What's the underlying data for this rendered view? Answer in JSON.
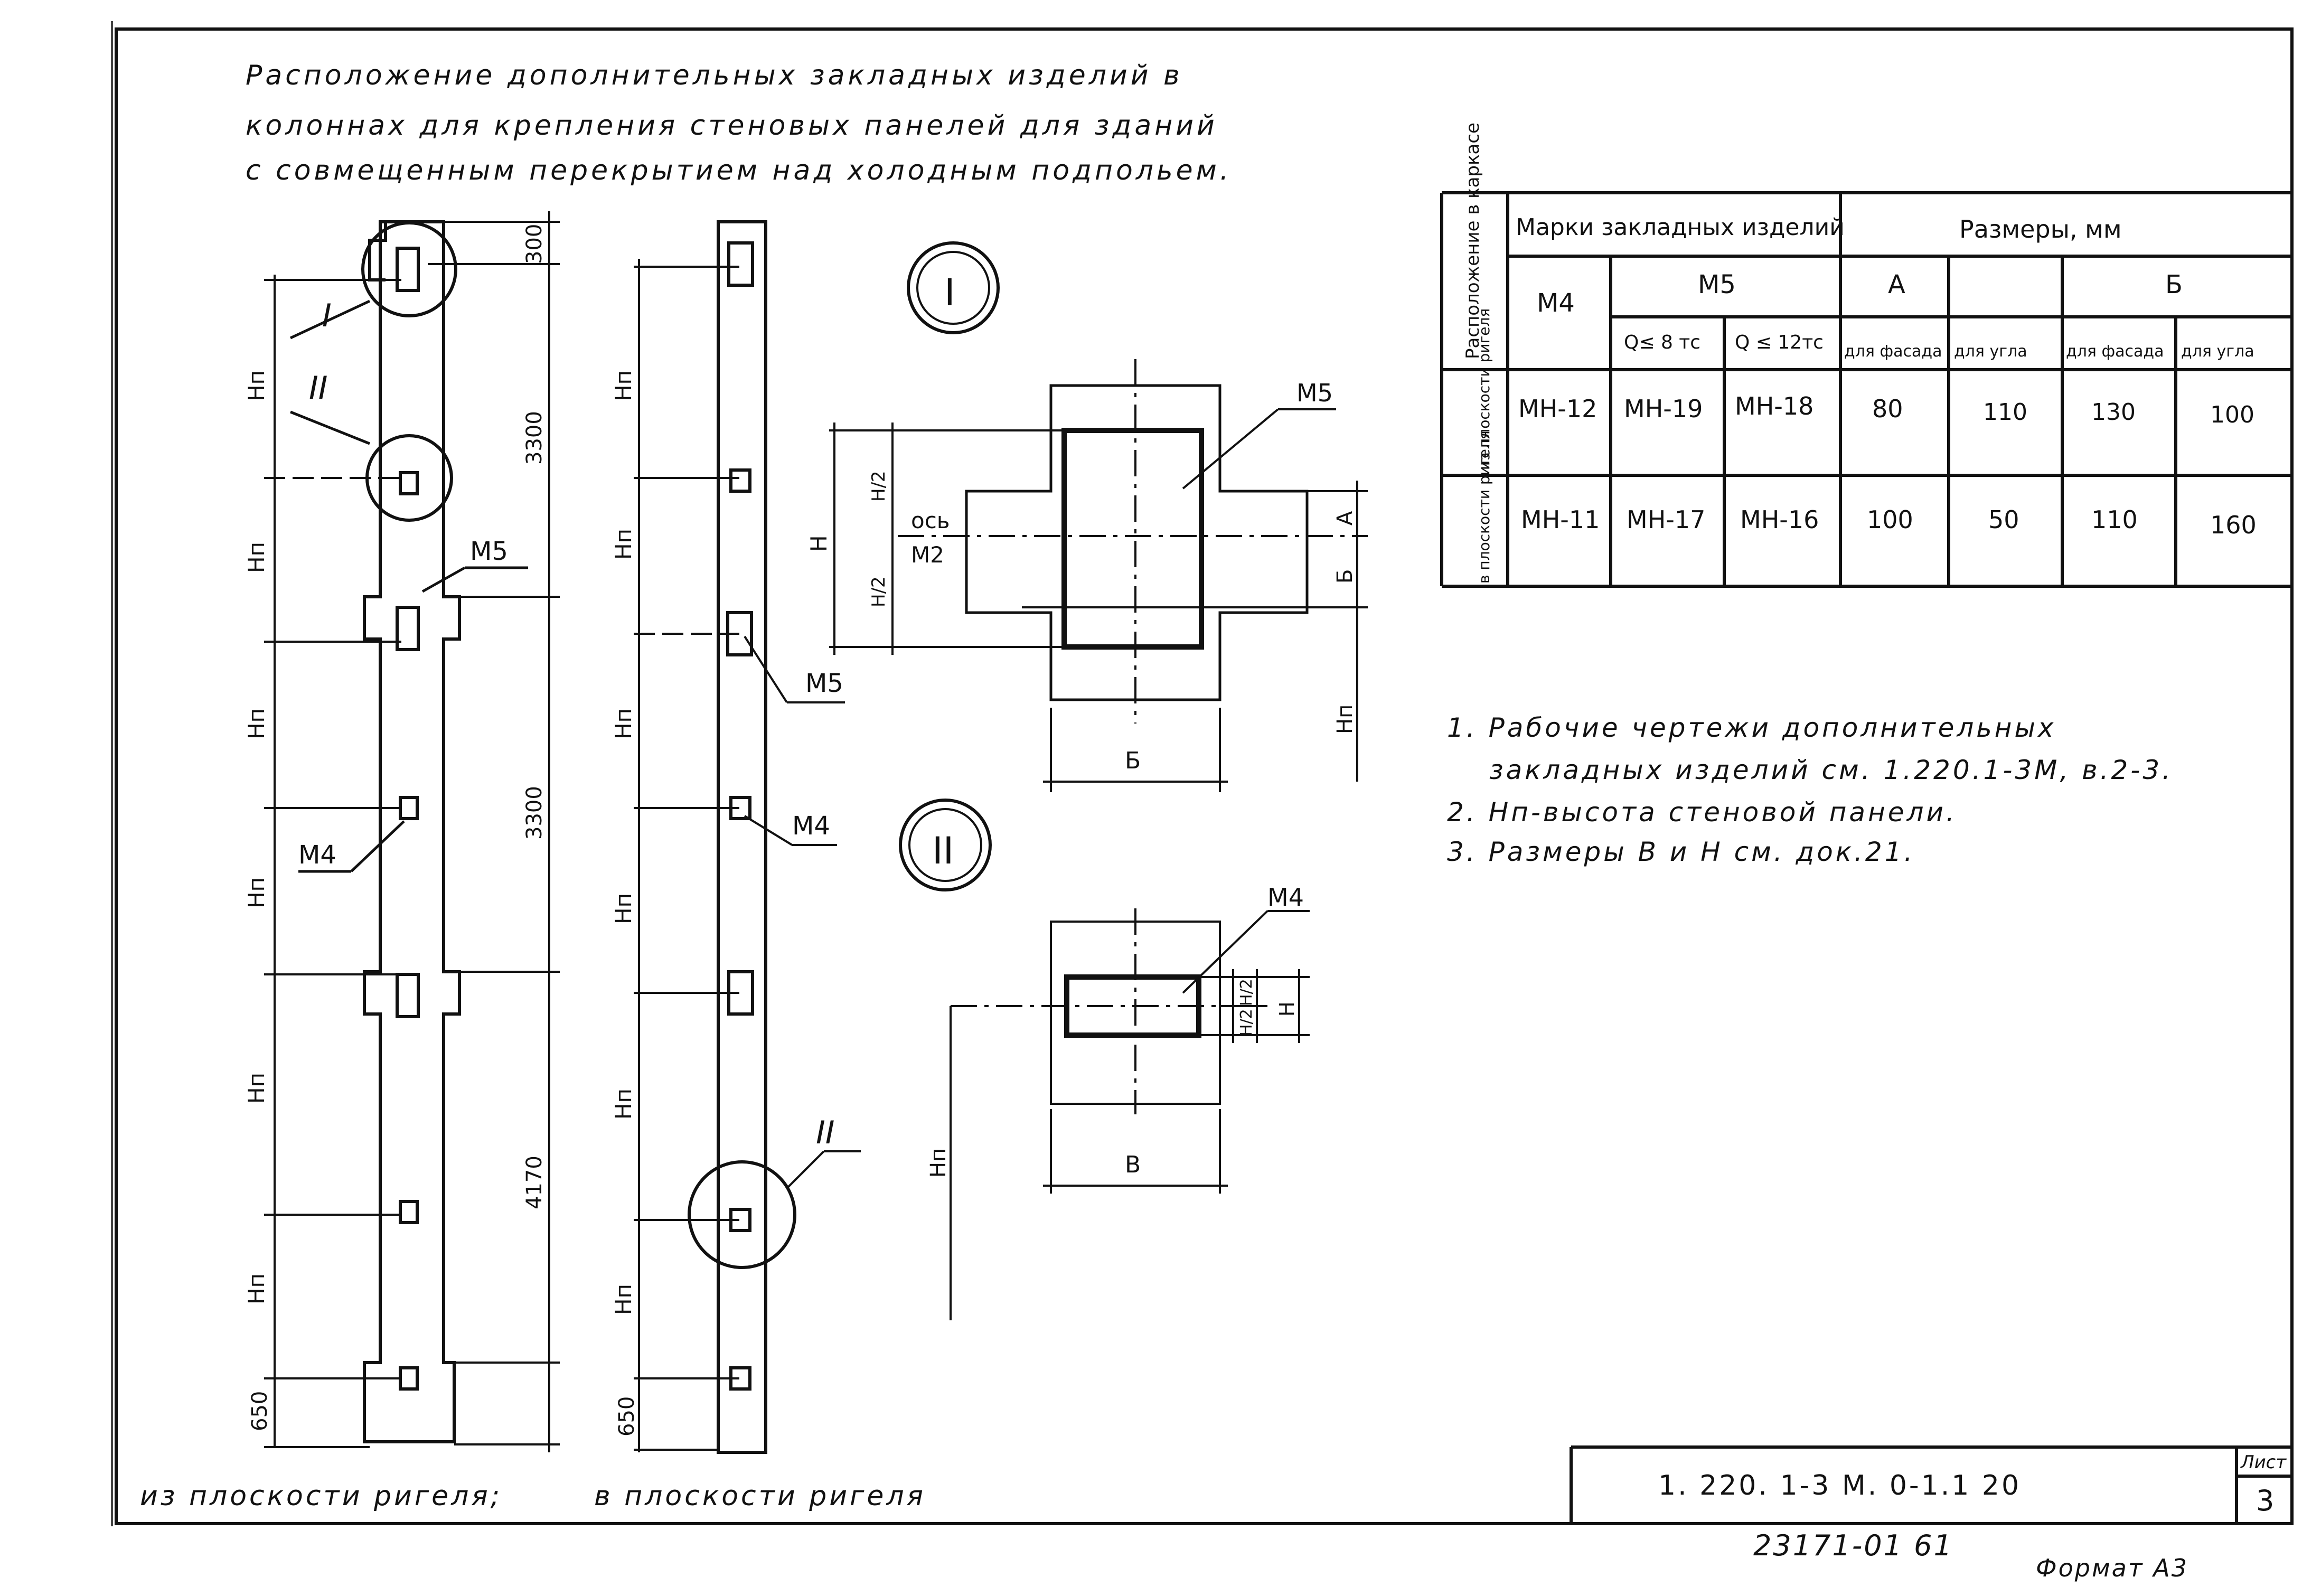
{
  "title": {
    "line1": "Расположение  дополнительных  закладных изделий в",
    "line2": "колоннах для крепления стеновых панелей для зданий",
    "line3": "с совмещенным перекрытием над холодным подпольем."
  },
  "left_column": {
    "callout_1": "I",
    "callout_2": "II",
    "m5": "М5",
    "m4": "М4",
    "hn": "Нп",
    "dim_top": "300",
    "dim_mid1": "3300",
    "dim_mid2": "3300",
    "dim_low": "4170",
    "dim_bottom": "650"
  },
  "right_column": {
    "m5": "М5",
    "m4": "М4",
    "callout_2": "II",
    "hn": "Нп",
    "dim_bottom": "650"
  },
  "captions": {
    "left": "из плоскости ригеля;",
    "right": "в плоскости ригеля"
  },
  "detail_1": {
    "marker": "I",
    "m5": "М5",
    "axis": "ось",
    "m2": "М2",
    "h": "Н",
    "h_half": "Н/2",
    "a": "А",
    "b": "Б",
    "hn": "Нп"
  },
  "detail_2": {
    "marker": "II",
    "m4": "М4",
    "h": "Н",
    "h_half": "Н/2",
    "b": "В",
    "hn": "Нп"
  },
  "table": {
    "col_position": "Расположение в каркасе",
    "col_marks": "Марки закладных изделий",
    "col_sizes": "Размеры, мм",
    "m4": "М4",
    "m5": "М5",
    "q8": "Q≤ 8 тс",
    "q12": "Q ≤ 12тс",
    "a": "А",
    "b": "Б",
    "facade": "для фасада",
    "corner": "для угла",
    "rows": [
      {
        "pos": "из плоскости ригеля",
        "m4": "МН-12",
        "q8": "МН-19",
        "q12": "МН-18",
        "a_facade": "80",
        "a_corner": "110",
        "b_facade": "130",
        "b_corner": "100"
      },
      {
        "pos": "в плоскости ригеля",
        "m4": "МН-11",
        "q8": "МН-17",
        "q12": "МН-16",
        "a_facade": "100",
        "a_corner": "50",
        "b_facade": "110",
        "b_corner": "160"
      }
    ]
  },
  "notes": {
    "n1a": "1. Рабочие чертежи дополнительных",
    "n1b": "закладных изделий см. 1.220.1-3М, в.2-3.",
    "n2": "2. Нп-высота стеновой панели.",
    "n3": "3. Размеры В и Н см. док.21."
  },
  "stamp": {
    "code": "1. 220. 1-3 М. 0-1.1 20",
    "sheet_label": "Лист",
    "sheet_no": "3"
  },
  "footer": {
    "inventory": "23171-01 61",
    "format": "Формат А3"
  }
}
